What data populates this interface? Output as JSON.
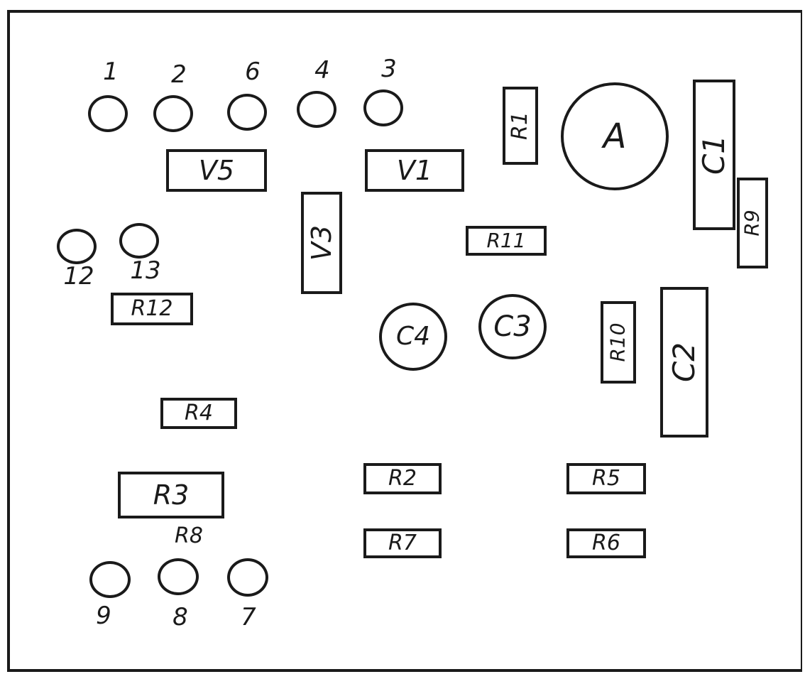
{
  "connector_pins": {
    "top": [
      "1",
      "2",
      "6",
      "4",
      "3"
    ],
    "middle_left": [
      "12",
      "13"
    ],
    "bottom": [
      "9",
      "8",
      "7"
    ]
  },
  "components": {
    "v5": "V5",
    "v1": "V1",
    "v3": "V3",
    "r1": "R1",
    "a": "A",
    "c1": "C1",
    "r9": "R9",
    "r11": "R11",
    "r12": "R12",
    "c4": "C4",
    "c3": "C3",
    "r10": "R10",
    "c2": "C2",
    "r4": "R4",
    "r3": "R3",
    "r8": "R8",
    "r2": "R2",
    "r5": "R5",
    "r7": "R7",
    "r6": "R6"
  }
}
